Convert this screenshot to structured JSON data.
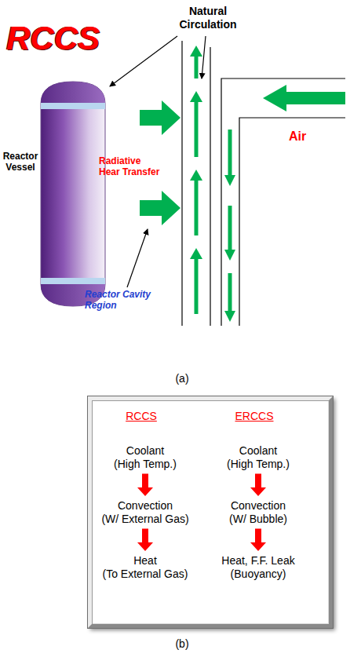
{
  "diagram": {
    "nodes": [
      {
        "text": []
      },
      {
        "text": [
          "Coolant",
          "(High Temp.)"
        ],
        "in": 0
      },
      {
        "text": [
          "Convection",
          "(W/ External Gas)"
        ],
        "in": 0
      },
      {
        "text": [
          "Heat",
          "(To External Gas)"
        ],
        "in": 0
      },
      {
        "text": [
          "Coolant",
          "(High Temp.)"
        ],
        "in": 0
      },
      {
        "text": [
          "Convection",
          "(W/ Bubble)"
        ],
        "in": 0
      },
      {
        "text": [
          "Heat, F.F. Leak",
          "(Buoyancy)"
        ],
        "in": 0
      }
    ],
    "edges": [
      {
        "from": 1,
        "to": 2,
        "arrow": "to"
      },
      {
        "from": 2,
        "to": 3,
        "arrow": "to"
      },
      {
        "from": 4,
        "to": 5,
        "arrow": "to"
      },
      {
        "from": 5,
        "to": 6,
        "arrow": "to"
      }
    ],
    "labels": [
      "RCCS",
      "Natural Circulation",
      "Reactor Vessel",
      "Radiative Hear Transfer",
      "Reactor Cavity Region",
      "Air",
      "(a)",
      "RCCS",
      "ERCCS",
      "(b)"
    ]
  }
}
